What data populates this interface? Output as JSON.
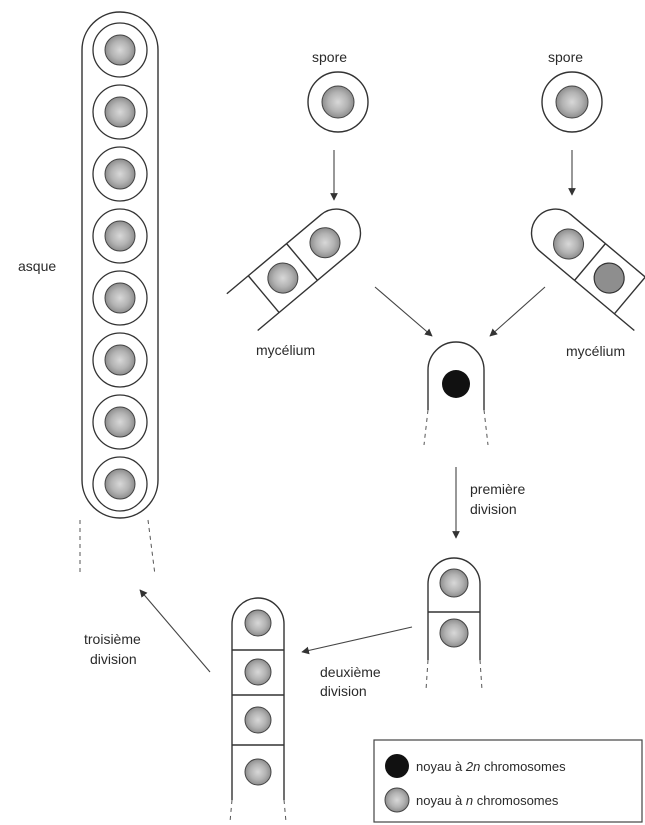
{
  "labels": {
    "asque": "asque",
    "spore_left": "spore",
    "spore_right": "spore",
    "mycelium_left": "mycélium",
    "mycelium_right": "mycélium",
    "premiere_line1": "première",
    "premiere_line2": "division",
    "deuxieme_line1": "deuxième",
    "deuxieme_line2": "division",
    "troisieme_line1": "troisième",
    "troisieme_line2": "division"
  },
  "legend": {
    "diploid_prefix": "noyau à ",
    "diploid_2n": "2n",
    "diploid_suffix": " chromosomes",
    "haploid_prefix": "noyau à ",
    "haploid_n": "n",
    "haploid_suffix": " chromosomes"
  },
  "colors": {
    "diploid_nucleus": "#111111",
    "haploid_nucleus": "#a9a9a9"
  }
}
